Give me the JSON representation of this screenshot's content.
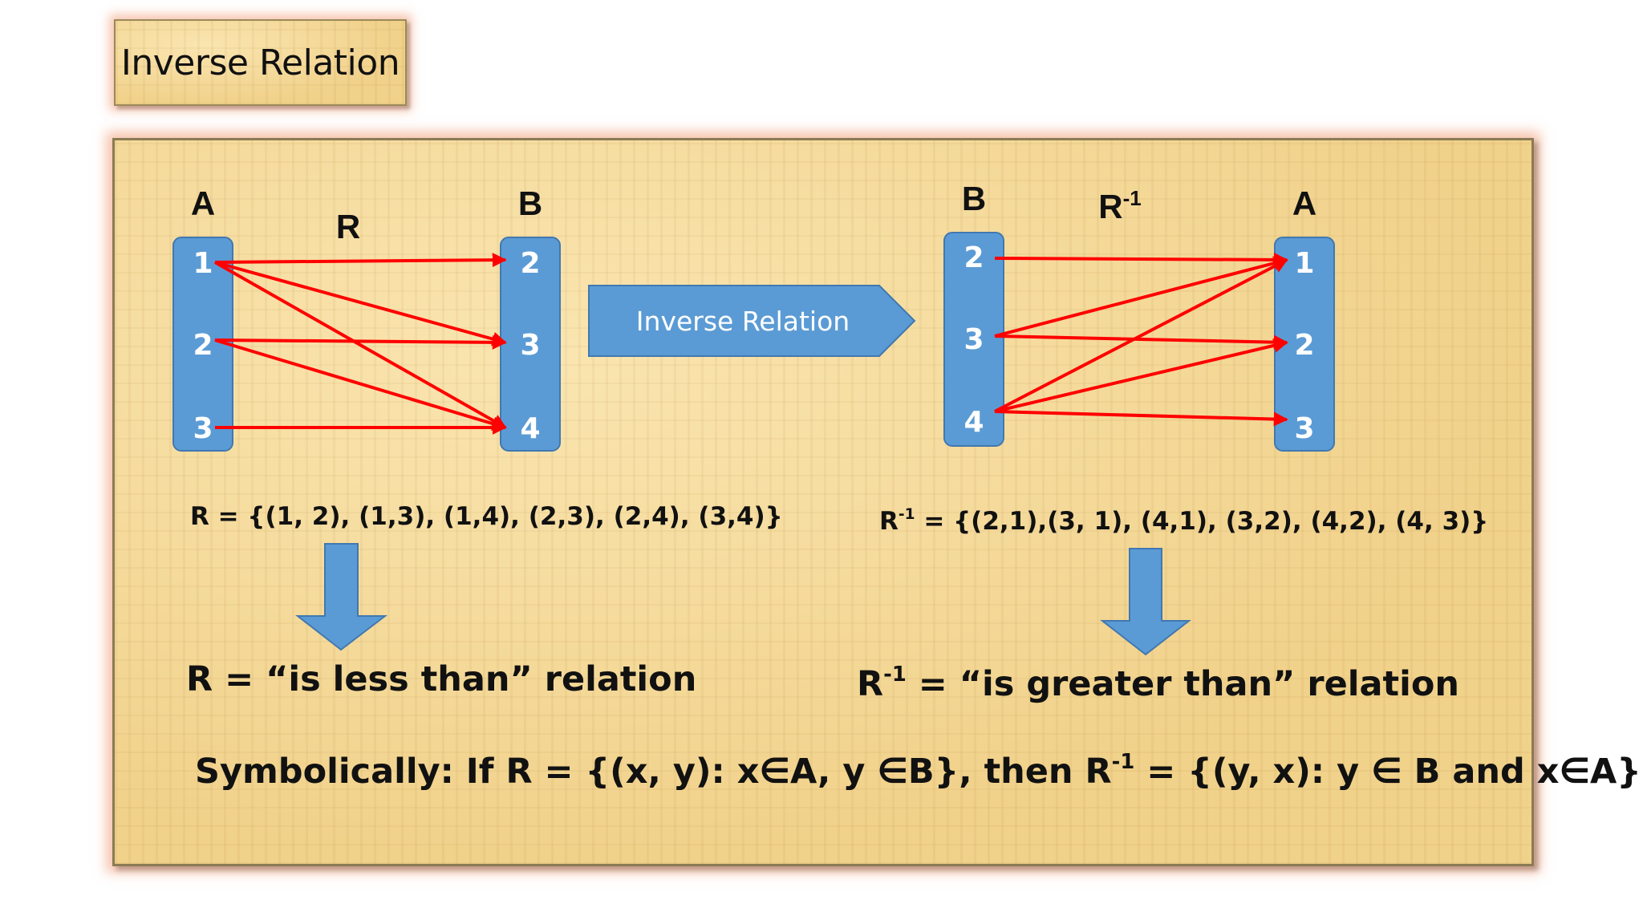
{
  "title": "Inverse Relation",
  "left_diagram": {
    "domain_label": "A",
    "codomain_label": "B",
    "relation_label": "R",
    "domain_items": [
      "1",
      "2",
      "3"
    ],
    "codomain_items": [
      "2",
      "3",
      "4"
    ],
    "pairs": [
      [
        0,
        0
      ],
      [
        0,
        1
      ],
      [
        0,
        2
      ],
      [
        1,
        1
      ],
      [
        1,
        2
      ],
      [
        2,
        2
      ]
    ]
  },
  "middle_arrow_label": "Inverse Relation",
  "right_diagram": {
    "domain_label": "B",
    "codomain_label": "A",
    "relation_label": "R",
    "relation_superscript": "-1",
    "domain_items": [
      "2",
      "3",
      "4"
    ],
    "codomain_items": [
      "1",
      "2",
      "3"
    ],
    "pairs": [
      [
        0,
        0
      ],
      [
        1,
        0
      ],
      [
        2,
        0
      ],
      [
        1,
        1
      ],
      [
        2,
        1
      ],
      [
        2,
        2
      ]
    ]
  },
  "r_set": "R = {(1, 2), (1,3), (1,4), (2,3), (2,4), (3,4)}",
  "rinv_set_prefix": "R",
  "rinv_set_sup": "-1",
  "rinv_set_rest": " = {(2,1),(3, 1), (4,1), (3,2), (4,2), (4, 3)}",
  "r_meaning": "R = “is less than” relation",
  "rinv_meaning_prefix": "R",
  "rinv_meaning_sup": "-1",
  "rinv_meaning_rest": " = “is greater than” relation",
  "symbolic_part1": "Symbolically: If R = {(x, y): x∈A, y ∈B}, then R",
  "symbolic_sup": "-1",
  "symbolic_part2": " = {(y, x): y ∈ B and x∈A}",
  "colors": {
    "box": "#5b9bd5",
    "box_border": "#4178b0",
    "arrow": "#ff0000",
    "parchment": "#f4d894"
  }
}
